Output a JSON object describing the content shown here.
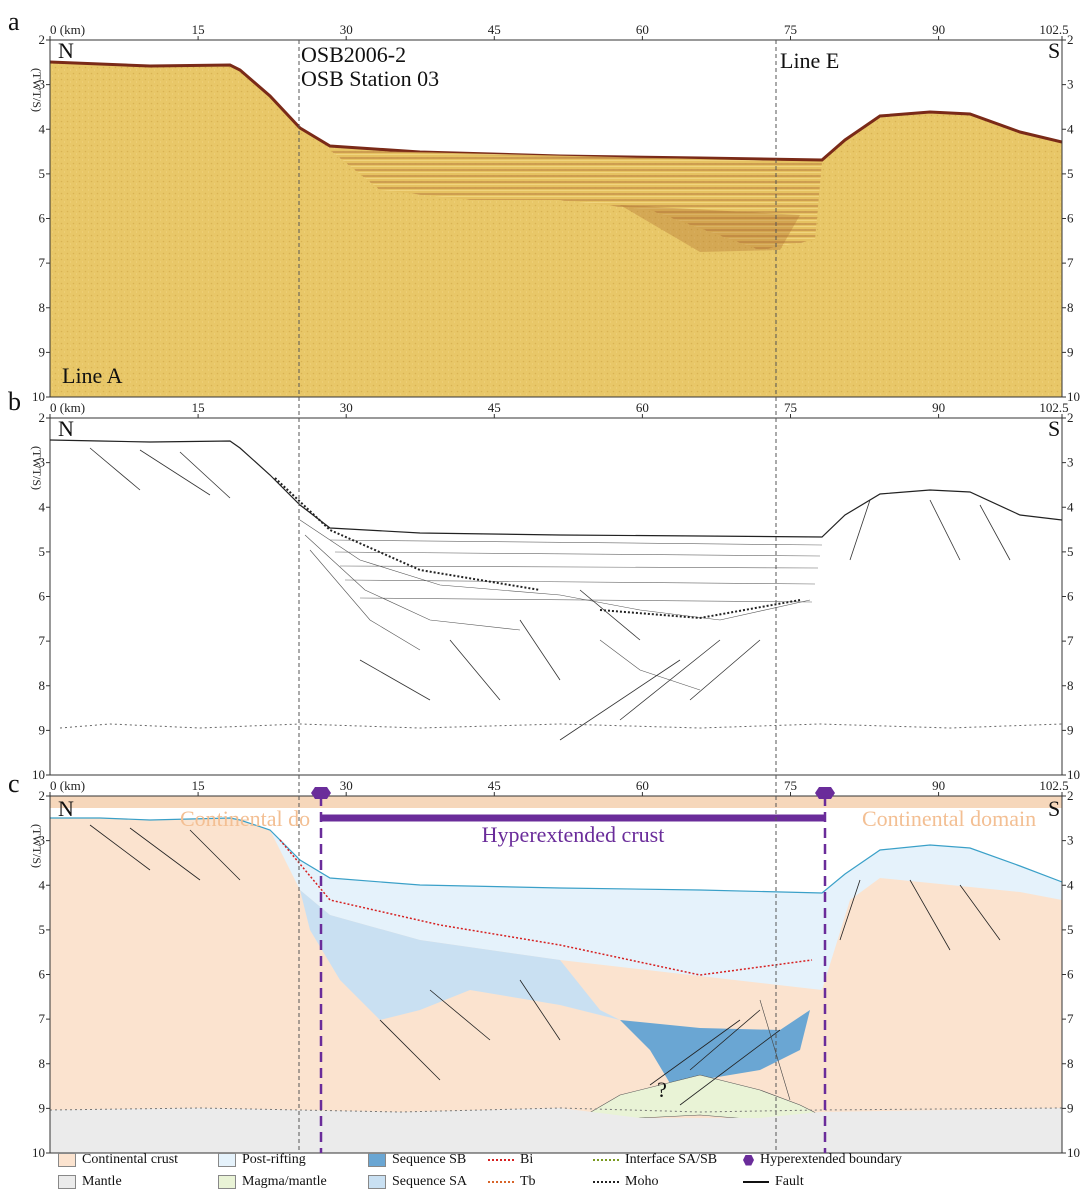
{
  "panels": [
    {
      "letter": "a",
      "line_name": "Line A"
    },
    {
      "letter": "b"
    },
    {
      "letter": "c"
    }
  ],
  "x_axis": {
    "unit": "(km)",
    "ticks": [
      "0",
      "15",
      "30",
      "45",
      "60",
      "75",
      "90",
      "102.5"
    ]
  },
  "y_axis": {
    "unit": "(TWT/S)",
    "ticks": [
      "2",
      "3",
      "4",
      "5",
      "6",
      "7",
      "8",
      "9",
      "10"
    ]
  },
  "directions": {
    "left": "N",
    "right": "S"
  },
  "markers": {
    "left_site_line1": "OSB2006-2",
    "left_site_line2": "OSB Station 03",
    "right_site": "Line E"
  },
  "domains": {
    "left": "Continental do",
    "right": "Continental domain",
    "center": "Hyperextended crust",
    "question": "?"
  },
  "colors": {
    "seismic": "#e9c96a",
    "continental_crust": "#fbe3cf",
    "mantle": "#ebebeb",
    "post_rifting": "#e5f2fb",
    "magma_mantle": "#e9f3d6",
    "sequence_sb": "#6aa6d3",
    "sequence_sa": "#c9e0f2",
    "hyperextended": "#6a2c9a",
    "bi": "#d62020",
    "tb": "#d8652a",
    "interface": "#7a9a20",
    "moho": "#444444",
    "fault": "#111111"
  },
  "legend": [
    {
      "label": "Continental crust",
      "kind": "swatch",
      "color": "#fbe3cf"
    },
    {
      "label": "Mantle",
      "kind": "swatch",
      "color": "#ebebeb"
    },
    {
      "label": "Post-rifting",
      "kind": "swatch",
      "color": "#e5f2fb"
    },
    {
      "label": "Magma/mantle",
      "kind": "swatch",
      "color": "#e9f3d6"
    },
    {
      "label": "Sequence SB",
      "kind": "swatch",
      "color": "#6aa6d3"
    },
    {
      "label": "Sequence SA",
      "kind": "swatch",
      "color": "#c9e0f2"
    },
    {
      "label": "Bi",
      "kind": "dotted",
      "color": "#d62020"
    },
    {
      "label": "Tb",
      "kind": "dotted",
      "color": "#d8652a"
    },
    {
      "label": "Interface SA/SB",
      "kind": "dotted",
      "color": "#7a9a20"
    },
    {
      "label": "Moho",
      "kind": "dotted",
      "color": "#222222"
    },
    {
      "label": "Hyperextended boundary",
      "kind": "hex",
      "color": "#6a2c9a"
    },
    {
      "label": "Fault",
      "kind": "solid",
      "color": "#111111"
    }
  ]
}
